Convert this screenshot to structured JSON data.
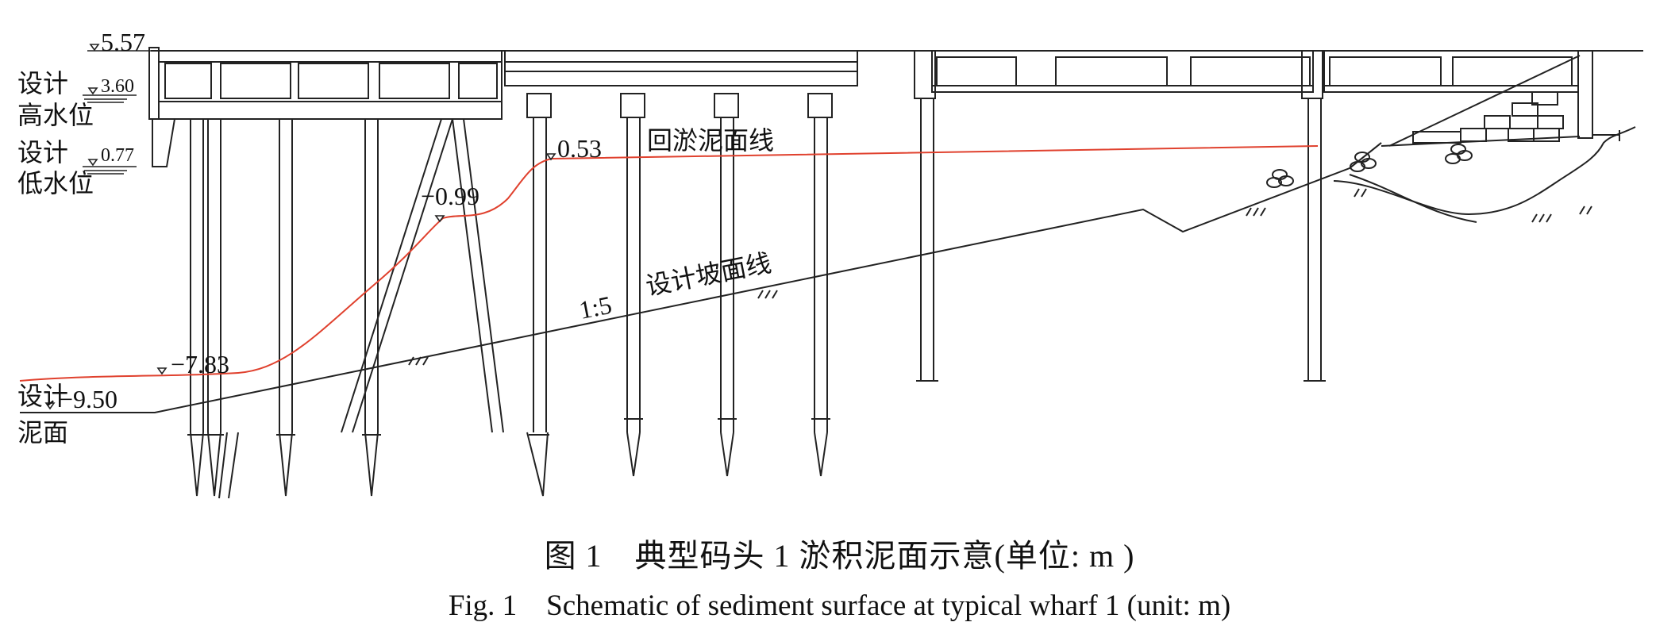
{
  "diagram": {
    "elevations": {
      "top": "5.57",
      "high_water_value": "3.60",
      "low_water_value": "0.77",
      "sediment_a": "0.53",
      "sediment_b": "−0.99",
      "sediment_c": "−7.83",
      "mud_design": "−9.50"
    },
    "labels": {
      "design_1": "设计",
      "high_water": "高水位",
      "design_2": "设计",
      "low_water": "低水位",
      "design_3": "设计",
      "mud_surface": "泥面",
      "silt_line": "回淤泥面线",
      "design_slope": "设计坡面线",
      "slope_ratio": "1:5"
    },
    "colors": {
      "silt_line": "#e0412e",
      "structure": "#222222"
    }
  },
  "caption": {
    "cn": "图 1　典型码头 1 淤积泥面示意(单位: m )",
    "en": "Fig. 1　Schematic of sediment surface at typical wharf 1 (unit: m)"
  }
}
